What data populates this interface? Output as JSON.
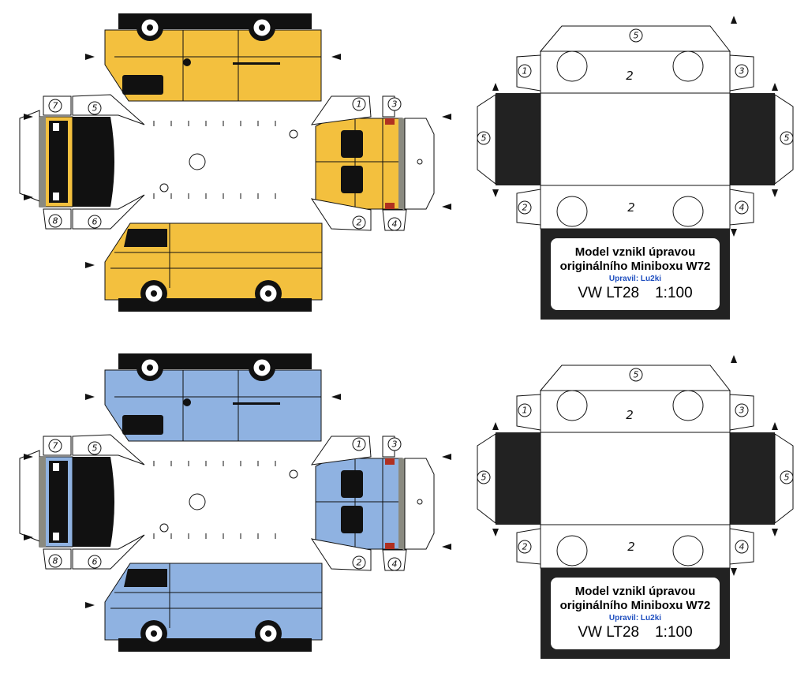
{
  "models": [
    {
      "name": "yellow",
      "body_color": "#f3c03e",
      "tabs": {
        "front_top_left": "7",
        "front_top_right": "5",
        "front_bottom_left": "8",
        "front_bottom_right": "6",
        "rear_top_left": "1",
        "rear_top_right": "3",
        "rear_bottom_left": "2",
        "rear_bottom_right": "4"
      }
    },
    {
      "name": "blue",
      "body_color": "#8fb2e1",
      "tabs": {
        "front_top_left": "7",
        "front_top_right": "5",
        "front_bottom_left": "8",
        "front_bottom_right": "6",
        "rear_top_left": "1",
        "rear_top_right": "3",
        "rear_bottom_left": "2",
        "rear_bottom_right": "4"
      }
    }
  ],
  "boxes": [
    {
      "tabs": {
        "top": "5",
        "upper_left": "1",
        "upper_right": "3",
        "side_left": "5",
        "side_right": "5",
        "lower_left": "2",
        "lower_right": "4"
      },
      "panel_upper": "2",
      "panel_lower": "2",
      "label": {
        "line1": "Model vznikl úpravou",
        "line2": "originálního Miniboxu W72",
        "author": "Upravil: Lu2ki",
        "model": "VW LT28",
        "scale": "1:100"
      }
    },
    {
      "tabs": {
        "top": "5",
        "upper_left": "1",
        "upper_right": "3",
        "side_left": "5",
        "side_right": "5",
        "lower_left": "2",
        "lower_right": "4"
      },
      "panel_upper": "2",
      "panel_lower": "2",
      "label": {
        "line1": "Model vznikl úpravou",
        "line2": "originálního Miniboxu W72",
        "author": "Upravil: Lu2ki",
        "model": "VW LT28",
        "scale": "1:100"
      }
    }
  ]
}
